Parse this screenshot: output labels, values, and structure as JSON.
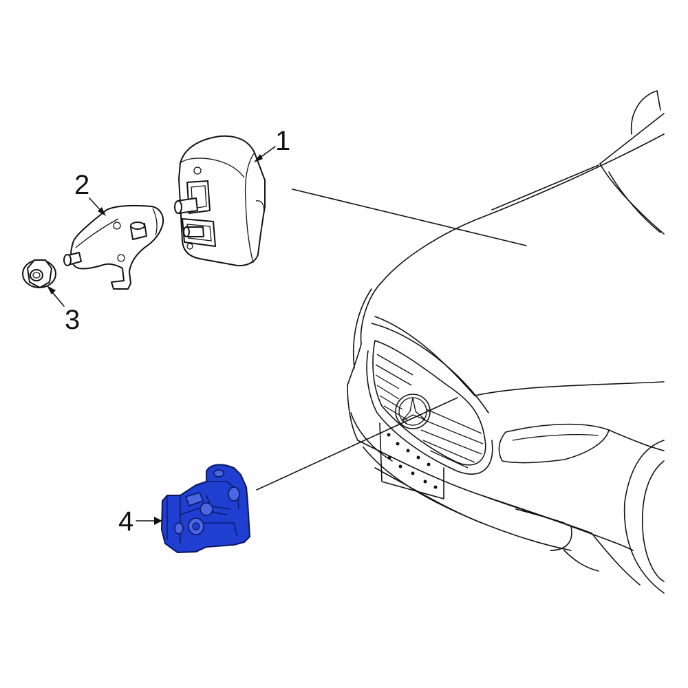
{
  "callouts": [
    {
      "id": "1",
      "label": "1"
    },
    {
      "id": "2",
      "label": "2"
    },
    {
      "id": "3",
      "label": "3"
    },
    {
      "id": "4",
      "label": "4"
    }
  ],
  "colors": {
    "highlight": "#1f3fd0",
    "line": "#111111",
    "background": "#ffffff"
  }
}
